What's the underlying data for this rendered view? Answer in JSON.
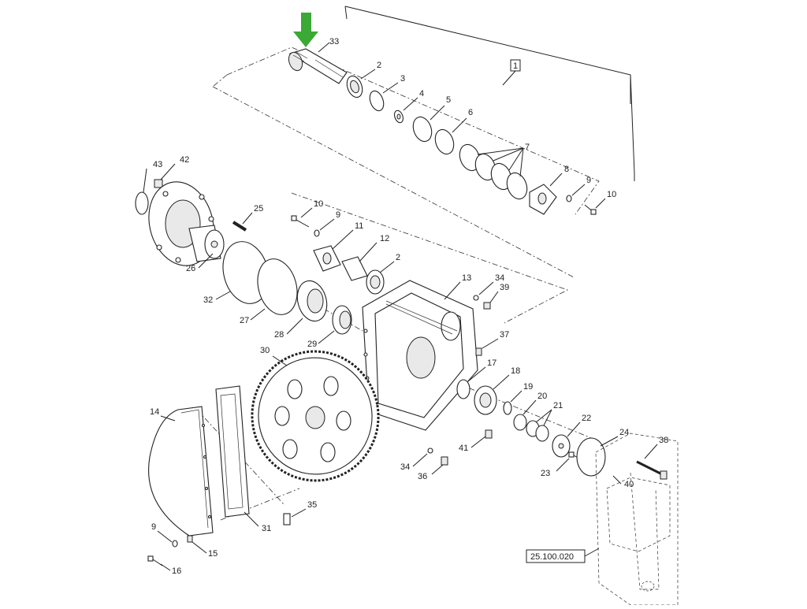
{
  "callouts": {
    "c33": "33",
    "c2a": "2",
    "c3": "3",
    "c4": "4",
    "c5": "5",
    "c6": "6",
    "c7": "7",
    "c8": "8",
    "c9a": "9",
    "c10a": "10",
    "c1": "1",
    "c43": "43",
    "c42": "42",
    "c25": "25",
    "c10b": "10",
    "c9b": "9",
    "c11": "11",
    "c12": "12",
    "c2b": "2",
    "c26": "26",
    "c32": "32",
    "c27": "27",
    "c28": "28",
    "c29": "29",
    "c13": "13",
    "c34a": "34",
    "c39": "39",
    "c37": "37",
    "c30": "30",
    "c17": "17",
    "c18": "18",
    "c19": "19",
    "c20": "20",
    "c21": "21",
    "c22": "22",
    "c14": "14",
    "c41": "41",
    "c34b": "34",
    "c36": "36",
    "c23": "23",
    "c24": "24",
    "c38": "38",
    "c40": "40",
    "c35": "35",
    "c31": "31",
    "c9c": "9",
    "c15": "15",
    "c16": "16"
  },
  "reference_box": "25.100.020",
  "highlight_arrow": {
    "color": "#3aa935",
    "target": "33"
  }
}
